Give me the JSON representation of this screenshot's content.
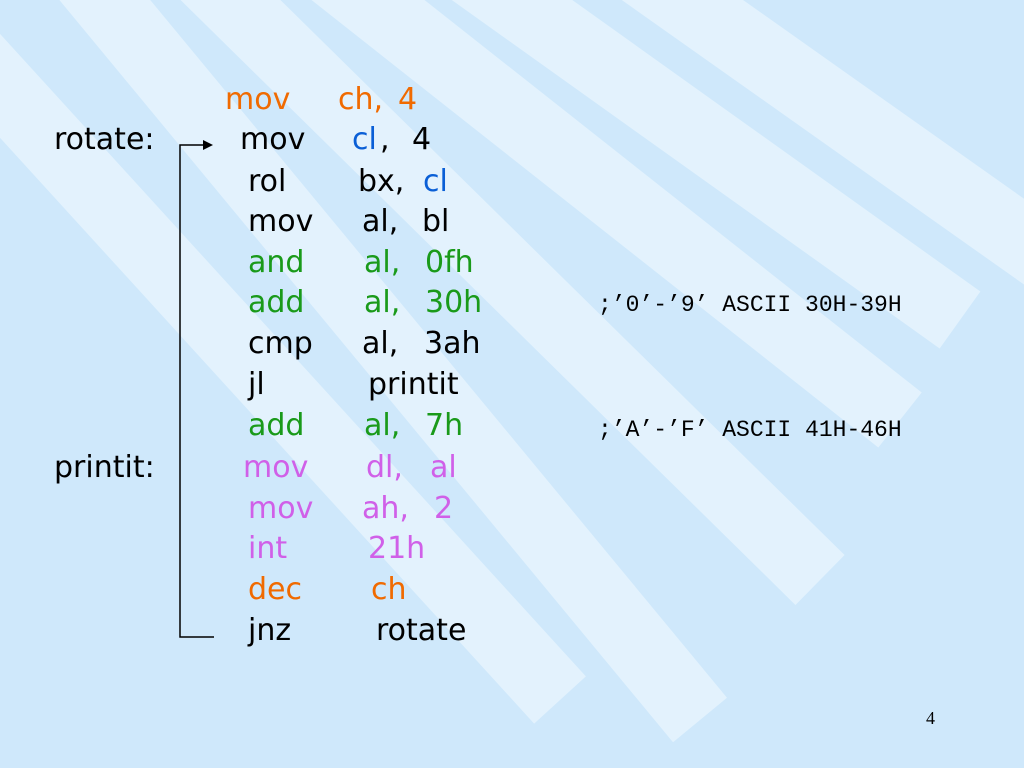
{
  "slide": {
    "page_number": "4",
    "labels": {
      "rotate": "rotate:",
      "printit": "printit:"
    },
    "lines": [
      {
        "op": "mov",
        "arg1": "ch,",
        "arg2": "4"
      },
      {
        "op": "mov",
        "arg1": "cl",
        "sep": ",",
        "arg2": "4"
      },
      {
        "op": "rol",
        "arg1": "bx,",
        "arg2": "cl"
      },
      {
        "op": "mov",
        "arg1": "al,",
        "arg2": "bl"
      },
      {
        "op": "and",
        "arg1": "al,",
        "arg2": "0fh"
      },
      {
        "op": "add",
        "arg1": "al,",
        "arg2": "30h",
        "comment": ";’0’-’9’ ASCII 30H-39H"
      },
      {
        "op": "cmp",
        "arg1": "al,",
        "arg2": "3ah"
      },
      {
        "op": "jl",
        "arg1": "printit"
      },
      {
        "op": "add",
        "arg1": "al,",
        "arg2": "7h",
        "comment": ";’A’-’F’ ASCII 41H-46H"
      },
      {
        "op": "mov",
        "arg1": "dl,",
        "arg2": "al"
      },
      {
        "op": "mov",
        "arg1": "ah,",
        "arg2": "2"
      },
      {
        "op": "int",
        "arg1": "21h"
      },
      {
        "op": "dec",
        "arg1": "ch"
      },
      {
        "op": "jnz",
        "arg1": "rotate"
      }
    ]
  },
  "colors": {
    "background": "#cfe8fb",
    "stripe": "#e6f4fe",
    "orange": "#f06a00",
    "blue": "#0a5fd6",
    "green": "#1a9a1a",
    "violet": "#d060e8",
    "black": "#000000"
  }
}
